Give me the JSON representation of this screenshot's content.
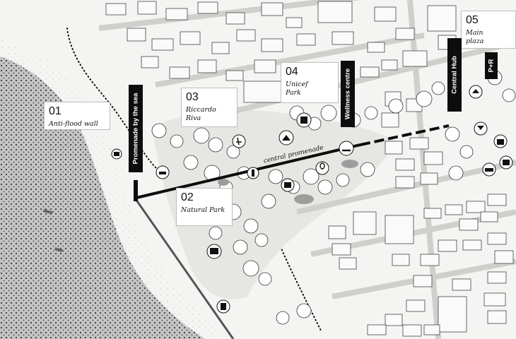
{
  "labels": [
    {
      "num": "01",
      "text": "Anti-flood wall"
    },
    {
      "num": "02",
      "text": "Natural Park"
    },
    {
      "num": "03",
      "text": "Riccardo Riva"
    },
    {
      "num": "04",
      "text": "Unicef Park"
    },
    {
      "num": "05",
      "text": "Main plaza"
    }
  ],
  "banners": {
    "promenade_sea": "Promenade by the sea",
    "wellness": "Wellness centre",
    "central_hub": "Central Hub",
    "park_ride": "P+R"
  },
  "promenade_label": "central promenade",
  "colors": {
    "sea": "#bdbdbd",
    "ink": "#111111",
    "paper": "#f4f4f2"
  }
}
